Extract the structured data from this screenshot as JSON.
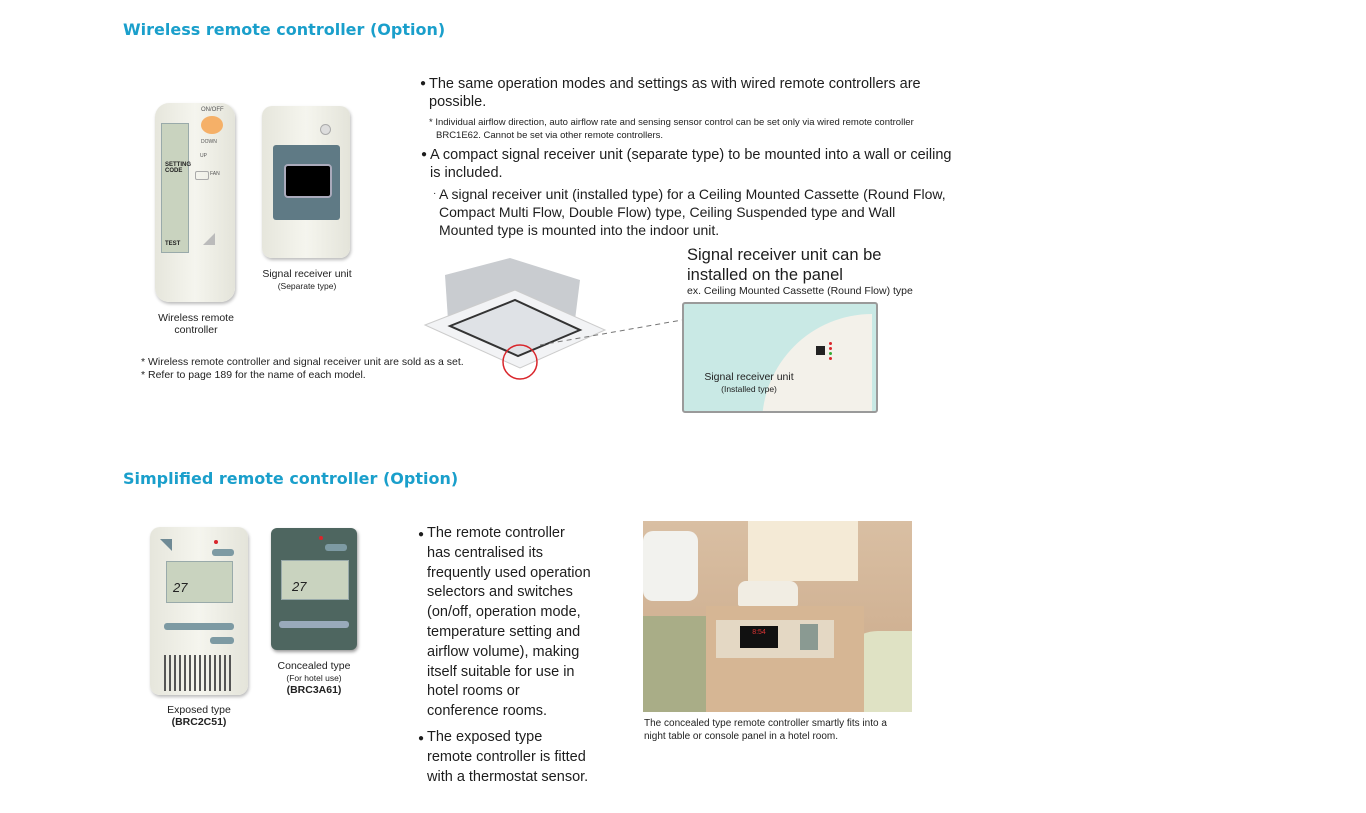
{
  "colors": {
    "heading": "#1a9fcb",
    "teal_box": "#c9e9e5",
    "indicator_red": "#d9262c"
  },
  "wireless": {
    "heading": "Wireless remote controller (Option)",
    "remote_caption": [
      "Wireless remote",
      "controller"
    ],
    "remote_labels": {
      "onoff": "ON/OFF",
      "down": "DOWN",
      "up": "UP",
      "fan": "FAN",
      "test": "TEST",
      "setting": "SETTING",
      "code": "CODE"
    },
    "receiver_caption": "Signal receiver unit",
    "receiver_sub": "(Separate type)",
    "footnotes": [
      "* Wireless remote controller and signal receiver unit are sold as a set.",
      "* Refer to page 189 for the name of each model."
    ],
    "bullets": [
      {
        "lines": [
          "The same operation modes and settings as with wired remote controllers are",
          "possible."
        ]
      },
      {
        "lines": [
          "A compact signal receiver unit (separate type) to be mounted into a wall or ceiling",
          "is included."
        ]
      }
    ],
    "note": [
      "* Individual airflow direction, auto airflow rate and sensing sensor control can be set only via wired remote controller",
      "BRC1E62. Cannot be set via other remote controllers."
    ],
    "sub_bullet": [
      "A signal receiver unit (installed type) for a Ceiling Mounted Cassette (Round Flow,",
      "Compact Multi Flow, Double Flow) type, Ceiling Suspended type and Wall",
      "Mounted type is mounted into the indoor unit."
    ],
    "panel_title": [
      "Signal receiver unit can be",
      "installed on the panel"
    ],
    "panel_example": "ex. Ceiling Mounted Cassette (Round Flow) type",
    "installed_caption": "Signal receiver unit",
    "installed_sub": "(Installed type)"
  },
  "simplified": {
    "heading": "Simplified remote controller (Option)",
    "exposed_caption": "Exposed type",
    "exposed_model": "(BRC2C51)",
    "concealed_caption": "Concealed type",
    "concealed_sub": "(For hotel use)",
    "concealed_model": "(BRC3A61)",
    "lcd_temp": "27",
    "bullets": [
      {
        "lines": [
          "The remote controller",
          "has centralised its",
          "frequently used operation",
          "selectors and switches",
          "(on/off, operation mode,",
          "temperature setting and",
          "airflow volume), making",
          "itself suitable for use in",
          "hotel rooms or",
          "conference rooms."
        ]
      },
      {
        "lines": [
          "The exposed type",
          "remote controller is fitted",
          "with a thermostat sensor."
        ]
      }
    ],
    "photo_caption": [
      "The concealed type remote controller smartly fits into a",
      "night table or console panel in a hotel room."
    ],
    "clock_display": "8:54"
  }
}
